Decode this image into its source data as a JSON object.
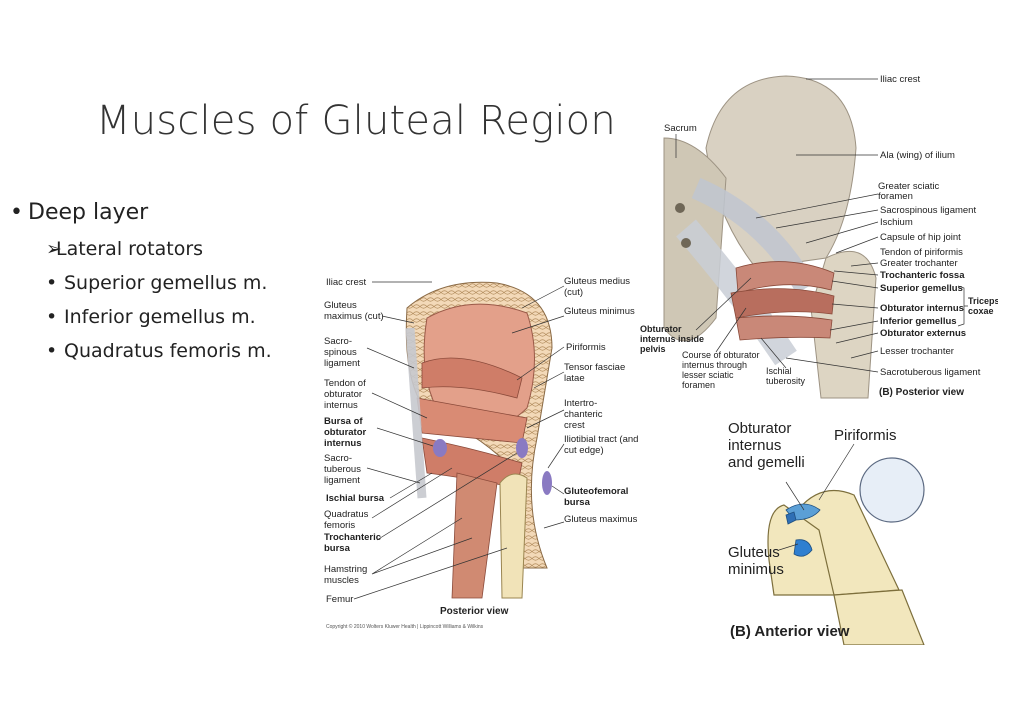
{
  "slide": {
    "title": "Muscles of Gluteal Region",
    "bullets": [
      {
        "marker": "•",
        "text": "Deep layer"
      },
      {
        "marker": "➢",
        "text": "Lateral rotators"
      },
      {
        "marker": "•",
        "text": "Superior gemellus m."
      },
      {
        "marker": "•",
        "text": "Inferior gemellus m."
      },
      {
        "marker": "•",
        "text": "Quadratus femoris m."
      }
    ]
  },
  "figure_posterior_hip": {
    "labels_left": [
      "Iliac crest",
      "Gluteus maximus (cut)",
      "Sacro-spinous ligament",
      "Tendon of obturator internus",
      "Bursa of obturator internus",
      "Sacro-tuberous ligament",
      "Ischial bursa",
      "Quadratus femoris",
      "Trochanteric bursa",
      "Hamstring muscles",
      "Femur"
    ],
    "labels_right": [
      "Gluteus medius (cut)",
      "Gluteus minimus",
      "Piriformis",
      "Tensor fasciae latae",
      "Intertro-chanteric crest",
      "Iliotibial tract (and cut edge)",
      "Gluteofemoral bursa",
      "Gluteus maximus"
    ],
    "caption": "Posterior view",
    "copyright": "Copyright © 2010 Wolters Kluwer Health | Lippincott Williams & Wilkins"
  },
  "figure_pelvis_posterior": {
    "labels_right": [
      "Iliac crest",
      "Ala (wing) of ilium",
      "Greater sciatic foramen",
      "Sacrospinous ligament",
      "Ischium",
      "Capsule of hip joint",
      "Tendon of piriformis",
      "Greater trochanter",
      "Trochanteric fossa",
      "Superior gemellus",
      "Obturator internus",
      "Inferior gemellus",
      "Obturator externus",
      "Lesser trochanter",
      "Sacrotuberous ligament"
    ],
    "bracket_label": "Triceps coxae",
    "labels_left": [
      "Sacrum",
      "Obturator internus inside pelvis",
      "Course of obturator internus through lesser sciatic foramen",
      "Ischial tuberosity"
    ],
    "caption": "(B) Posterior view"
  },
  "figure_femur_anterior": {
    "labels": [
      "Obturator internus and gemelli",
      "Piriformis",
      "Gluteus minimus"
    ],
    "caption": "(B) Anterior view"
  }
}
